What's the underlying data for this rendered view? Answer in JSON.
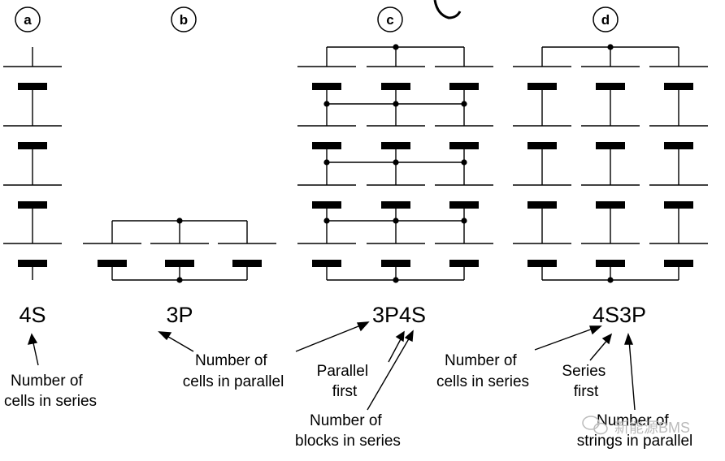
{
  "panels": [
    {
      "id": "a",
      "label": "a",
      "config": "4S",
      "series": 4,
      "parallel": 1
    },
    {
      "id": "b",
      "label": "b",
      "config": "3P",
      "series": 1,
      "parallel": 3
    },
    {
      "id": "c",
      "label": "c",
      "config": "3P4S",
      "series": 4,
      "parallel": 3,
      "order": "parallel-first"
    },
    {
      "id": "d",
      "label": "d",
      "config": "4S3P",
      "series": 4,
      "parallel": 3,
      "order": "series-first"
    }
  ],
  "annotations": {
    "a_cells_series": [
      "Number of",
      "cells in series"
    ],
    "b_cells_parallel": [
      "Number of",
      "cells in parallel"
    ],
    "c_parallel_first": [
      "Parallel",
      "first"
    ],
    "c_blocks_series": [
      "Number of",
      "blocks in series"
    ],
    "d_cells_series": [
      "Number of",
      "cells in series"
    ],
    "d_series_first": [
      "Series",
      "first"
    ],
    "d_strings_parallel": [
      "Number of",
      "strings in parallel"
    ]
  },
  "watermark": {
    "text": "新能源BMS",
    "icon": "wechat-icon"
  },
  "colors": {
    "line": "#000000",
    "watermark": "#bbbbbb"
  }
}
